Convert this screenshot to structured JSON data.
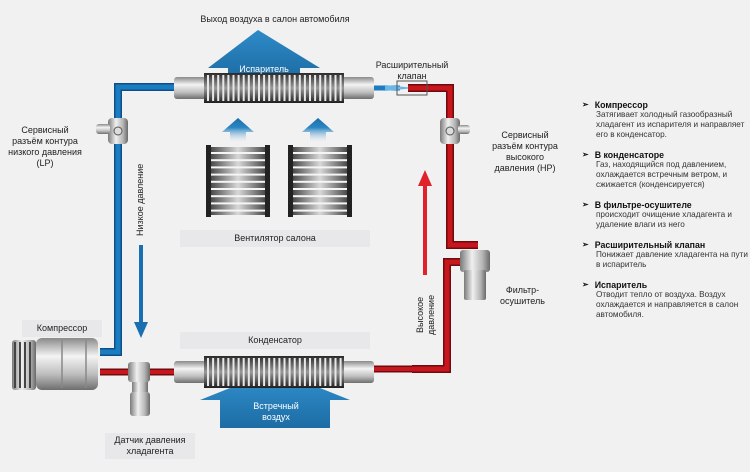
{
  "title": "Выход воздуха в салон автомобиля",
  "components": {
    "evaporator": "Испаритель",
    "expansion_valve": "Расширительный\nклапан",
    "cabin_fan": "Вентилятор салона",
    "condenser": "Конденсатор",
    "oncoming_air": "Встречный\nвоздух",
    "compressor": "Компрессор",
    "pressure_sensor": "Датчик давления\nхладагента",
    "filter_dryer": "Фильтр-\nосушитель",
    "service_lp": "Сервисный\nразъём контура\nнизкого давления\n(LP)",
    "service_hp": "Сервисный\nразъём контура\nвысокого\nдавления (HP)"
  },
  "flow_labels": {
    "low_pressure": "Низкое давление",
    "high_pressure": "Высокое\nдавление"
  },
  "colors": {
    "low_pressure_pipe": "#1a7cc1",
    "high_pressure_pipe": "#c8161d",
    "air_arrow": "#2a86c4"
  },
  "legend": [
    {
      "title": "Компрессор",
      "text": "Затягивает холодный газообразный хладагент из испарителя и направляет его в конденсатор."
    },
    {
      "title": "В конденсаторе",
      "text": "Газ, находящийся под давлением, охлаждается встречным ветром, и сжижается (конденсируется)"
    },
    {
      "title": "В фильтре-осушителе",
      "text": "происходит очищение хладагента и удаление влаги из него"
    },
    {
      "title": "Расширительный клапан",
      "text": "Понижает давление хладагента на пути в испаритель"
    },
    {
      "title": "Испаритель",
      "text": "Отводит тепло от воздуха. Воздух охлаждается и направляется в салон автомобиля."
    }
  ],
  "legend_bullet": "➢"
}
